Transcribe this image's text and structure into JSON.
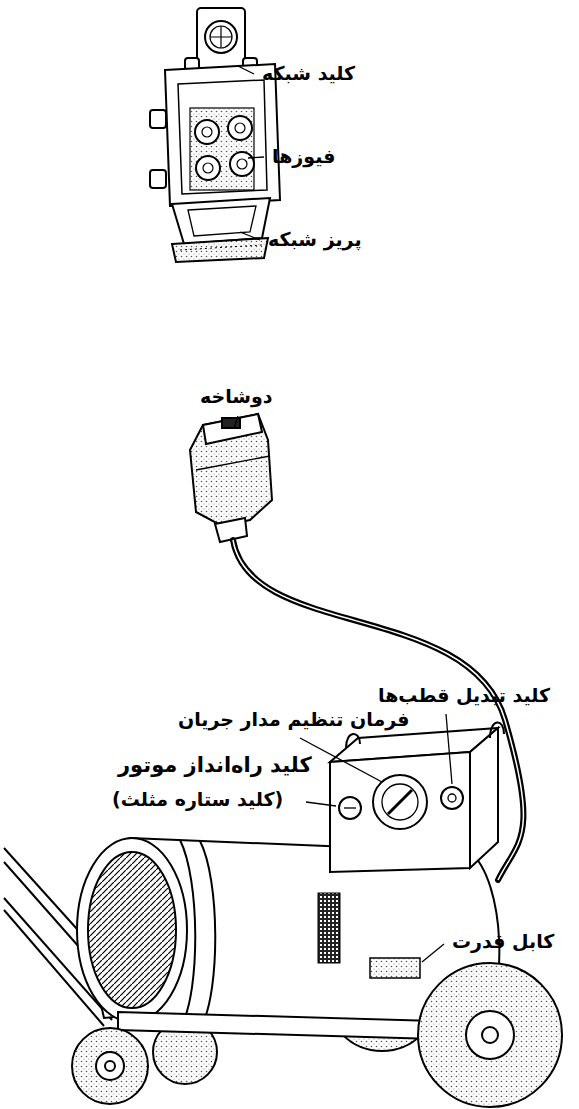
{
  "diagram": {
    "labels": [
      "کلید شبکه",
      "فیوزها",
      "پریز شبکه",
      "دوشاخه",
      "فرمان تنظیم مدار جریان",
      "کلید تبدیل قطب‌ها",
      "کلید راه‌انداز موتور",
      "(کلید ستاره مثلث)",
      "کابل قدرت"
    ]
  }
}
